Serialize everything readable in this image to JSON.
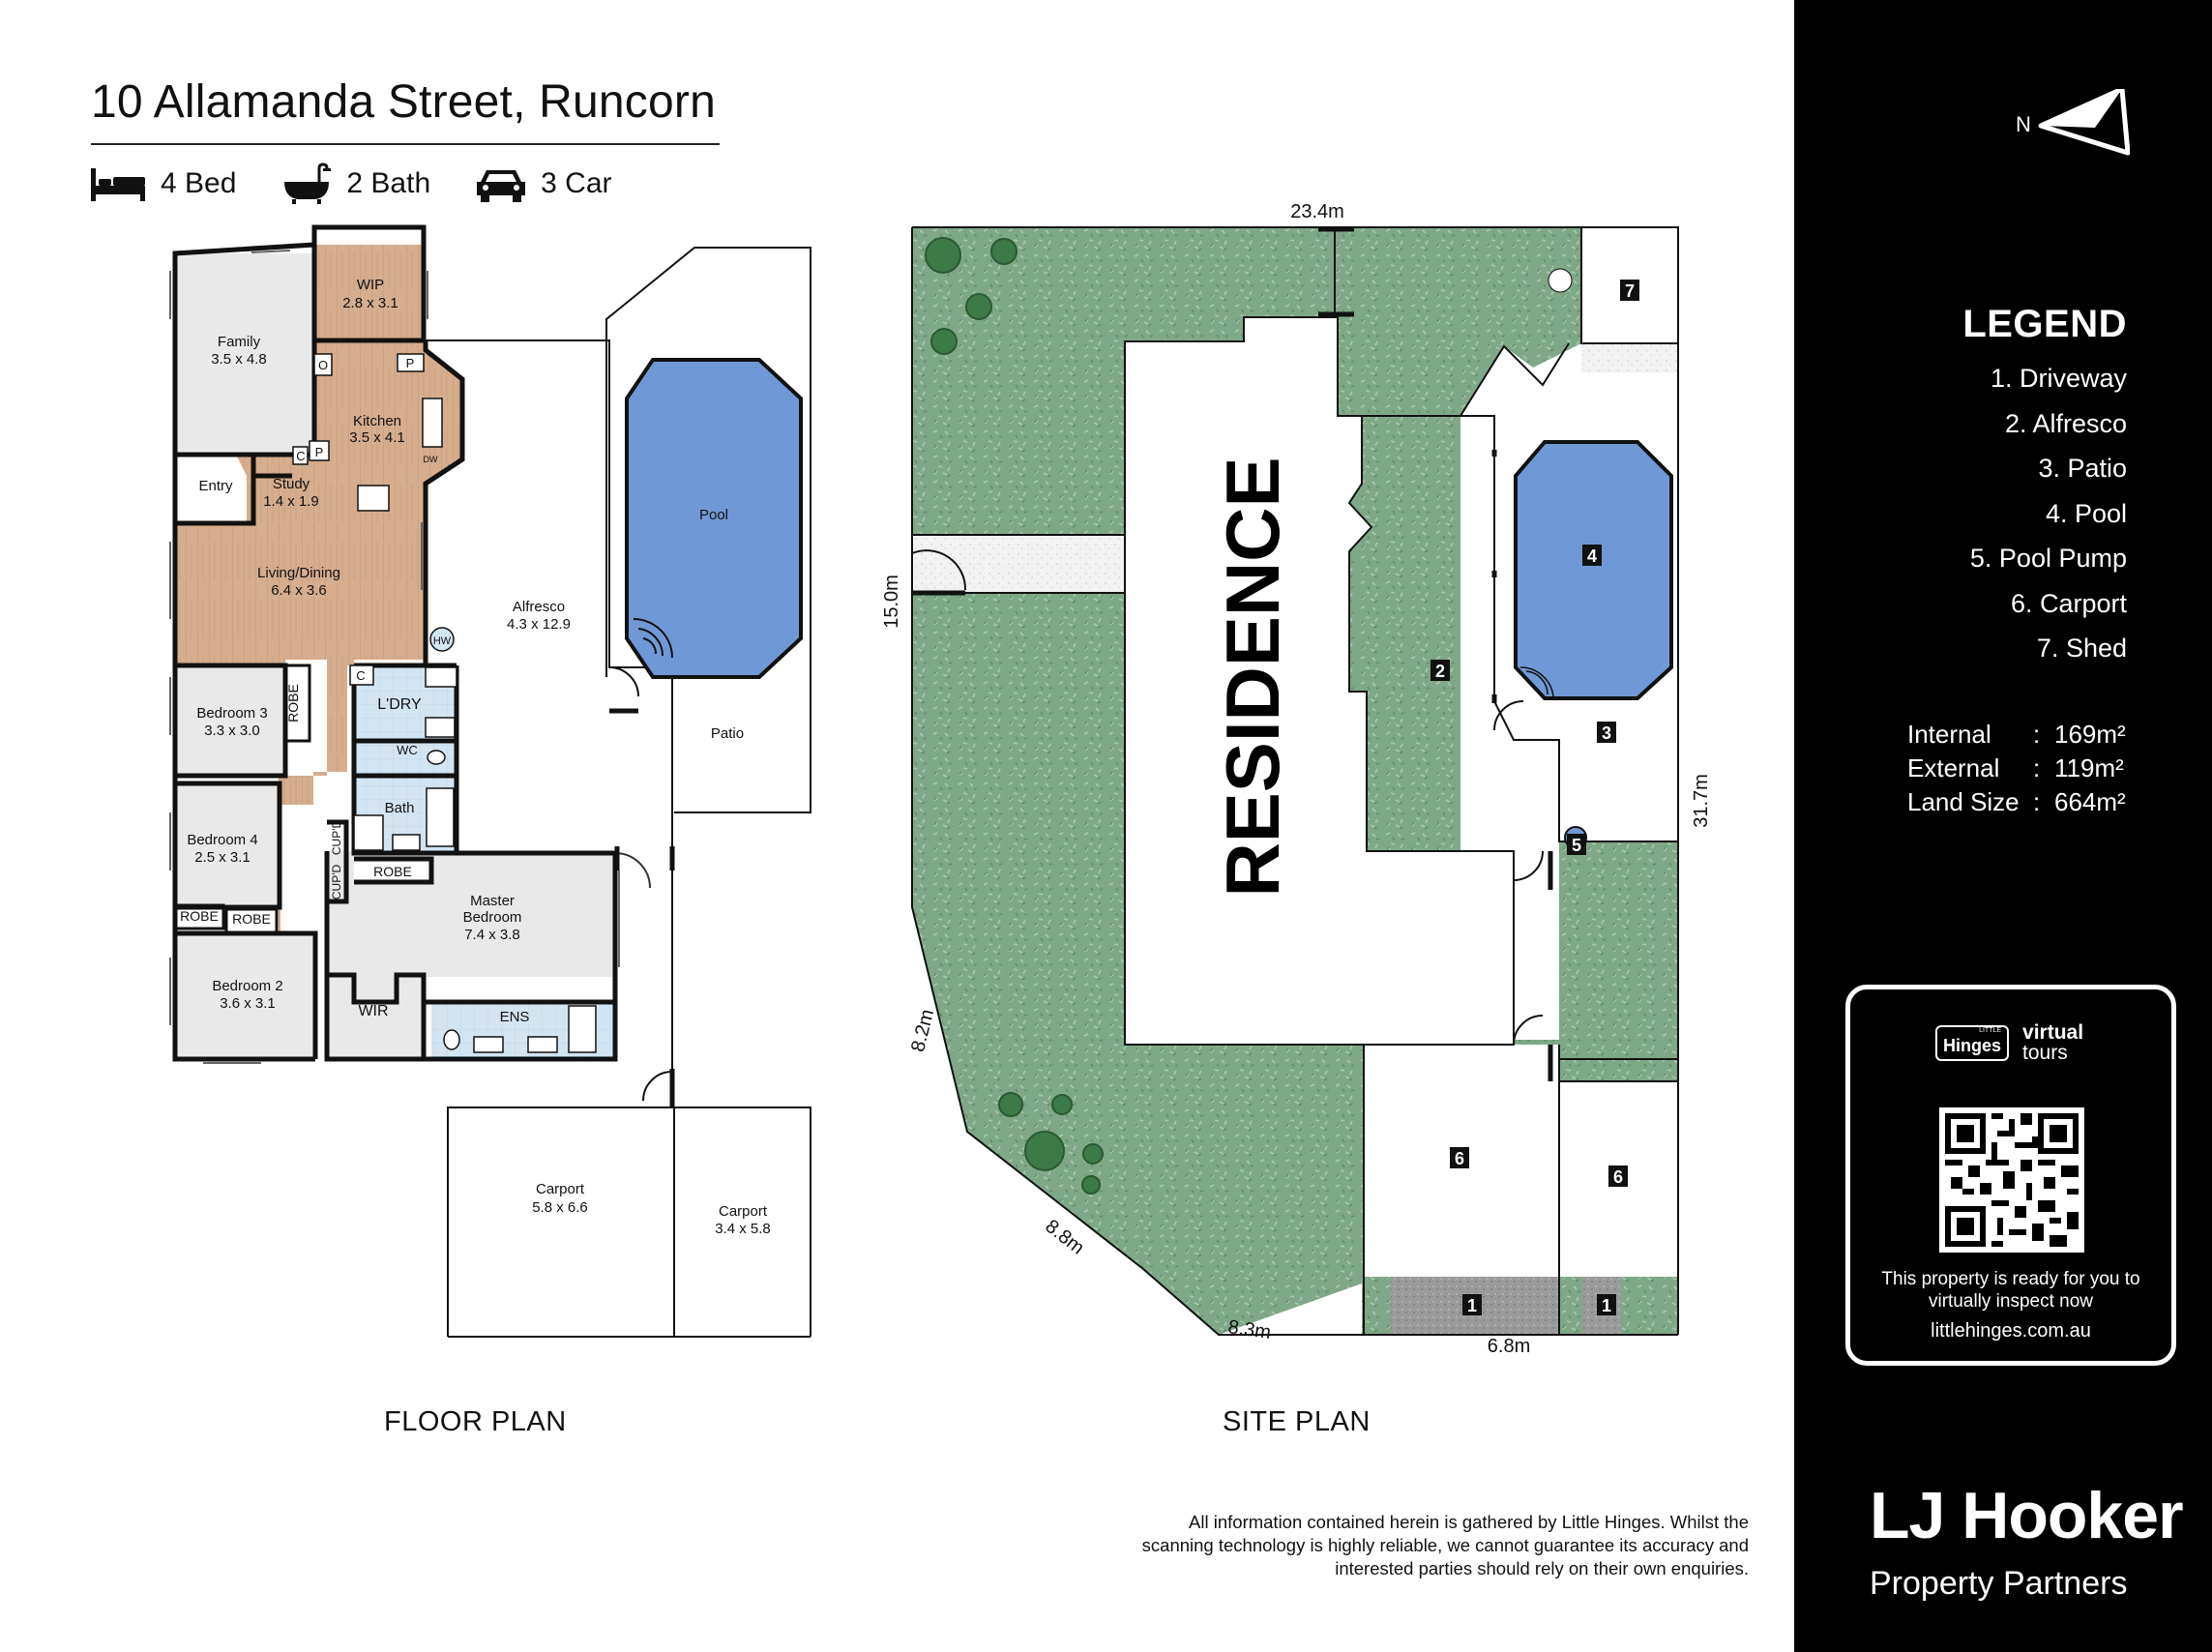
{
  "header": {
    "address": "10 Allamanda Street, Runcorn",
    "features": [
      {
        "icon": "bed-icon",
        "label": "4 Bed"
      },
      {
        "icon": "bath-icon",
        "label": "2 Bath"
      },
      {
        "icon": "car-icon",
        "label": "3 Car"
      }
    ]
  },
  "floor_plan": {
    "label": "FLOOR PLAN",
    "rooms": {
      "wip": {
        "name": "WIP",
        "size": "2.8 x 3.1"
      },
      "family": {
        "name": "Family",
        "size": "3.5 x 4.8"
      },
      "kitchen": {
        "name": "Kitchen",
        "size": "3.5 x 4.1"
      },
      "study": {
        "name": "Study",
        "size": "1.4 x 1.9"
      },
      "entry": {
        "name": "Entry"
      },
      "living": {
        "name": "Living/Dining",
        "size": "6.4 x 3.6"
      },
      "bed3": {
        "name": "Bedroom 3",
        "size": "3.3 x 3.0"
      },
      "bed4": {
        "name": "Bedroom 4",
        "size": "2.5 x 3.1"
      },
      "bed2": {
        "name": "Bedroom 2",
        "size": "3.6 x 3.1"
      },
      "laundry": {
        "name": "L'DRY"
      },
      "wc": {
        "name": "WC"
      },
      "bath": {
        "name": "Bath"
      },
      "master": {
        "name": "Master Bedroom",
        "size": "7.4 x 3.8"
      },
      "wir": {
        "name": "WIR"
      },
      "ens": {
        "name": "ENS"
      },
      "alfresco": {
        "name": "Alfresco",
        "size": "4.3 x 12.9"
      },
      "pool": {
        "name": "Pool"
      },
      "patio": {
        "name": "Patio"
      },
      "carport1": {
        "name": "Carport",
        "size": "5.8 x 6.6"
      },
      "carport2": {
        "name": "Carport",
        "size": "3.4 x 5.8"
      }
    },
    "small_labels": {
      "robe": "ROBE",
      "cupd": "CUP'D",
      "o": "O",
      "p": "P",
      "c": "C",
      "hw": "HW",
      "dw": "DW"
    }
  },
  "site_plan": {
    "label": "SITE PLAN",
    "residence": "RESIDENCE",
    "dimensions": {
      "top": "23.4m",
      "left": "15.0m",
      "right": "31.7m",
      "bottom": "6.8m",
      "diag1": "8.2m",
      "diag2": "8.8m",
      "diag3": "8.3m"
    },
    "markers": [
      "1",
      "2",
      "3",
      "4",
      "5",
      "6",
      "7"
    ]
  },
  "sidebar": {
    "north": "N",
    "legend_title": "LEGEND",
    "legend_items": [
      "1. Driveway",
      "2. Alfresco",
      "3. Patio",
      "4. Pool",
      "5. Pool Pump",
      "6. Carport",
      "7. Shed"
    ],
    "stats": [
      {
        "label": "Internal",
        "value": "169m²"
      },
      {
        "label": "External",
        "value": "119m²"
      },
      {
        "label": "Land Size",
        "value": "664m²"
      }
    ],
    "vt_brand_small": "LITTLE",
    "vt_brand": "Hinges",
    "vt_virtual": "virtual",
    "vt_tours": "tours",
    "vt_cta": "This property is ready for you to virtually inspect now",
    "vt_url": "littlehinges.com.au",
    "agency": "LJ Hooker",
    "agency_sub": "Property Partners"
  },
  "disclaimer": "All information contained herein is gathered by Little Hinges. Whilst the scanning technology is highly reliable, we cannot guarantee its accuracy and interested parties should rely on their own enquiries.",
  "colors": {
    "wood": "#d4a988",
    "tile": "#d5e6f3",
    "pool": "#6f99d6",
    "lawn": "#7aa382",
    "sidebar": "#000000"
  }
}
